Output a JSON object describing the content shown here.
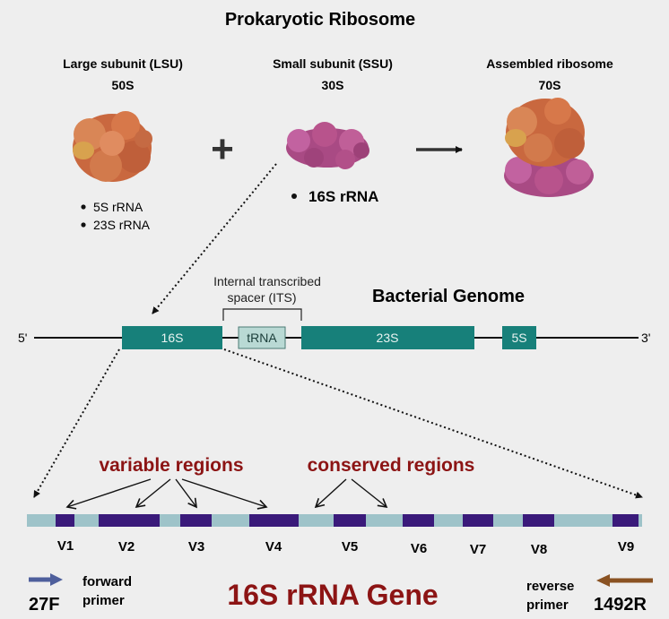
{
  "title": "Prokaryotic Ribosome",
  "subunits": {
    "lsu": {
      "name": "Large subunit (LSU)",
      "value": "50S",
      "rnas": [
        "5S rRNA",
        "23S rRNA"
      ]
    },
    "ssu": {
      "name": "Small subunit (SSU)",
      "value": "30S",
      "rnas": [
        "16S rRNA"
      ]
    },
    "assembled": {
      "name": "Assembled ribosome",
      "value": "70S"
    },
    "plus": "+"
  },
  "genome": {
    "title": "Bacterial Genome",
    "five_prime": "5'",
    "three_prime": "3'",
    "its_label_line1": "Internal transcribed",
    "its_label_line2": "spacer (ITS)",
    "genes": [
      "16S",
      "tRNA",
      "23S",
      "5S"
    ]
  },
  "gene": {
    "variable_label": "variable regions",
    "conserved_label": "conserved regions",
    "regions": [
      "V1",
      "V2",
      "V3",
      "V4",
      "V5",
      "V6",
      "V7",
      "V8",
      "V9"
    ],
    "title": "16S rRNA Gene",
    "forward_label_line1": "forward",
    "forward_label_line2": "primer",
    "forward_name": "27F",
    "reverse_label_line1": "reverse",
    "reverse_label_line2": "primer",
    "reverse_name": "1492R"
  },
  "colors": {
    "gene_box": "#17807a",
    "trna_box": "#b9d9d4",
    "gene_strip": "#9ec3c9",
    "variable_block": "#3a1a7a",
    "red_text": "#8c1414",
    "lsu_color": "#d8764d",
    "ssu_color": "#b8538c",
    "forward_arrow": "#4e5f9c",
    "reverse_arrow": "#8a5222"
  }
}
